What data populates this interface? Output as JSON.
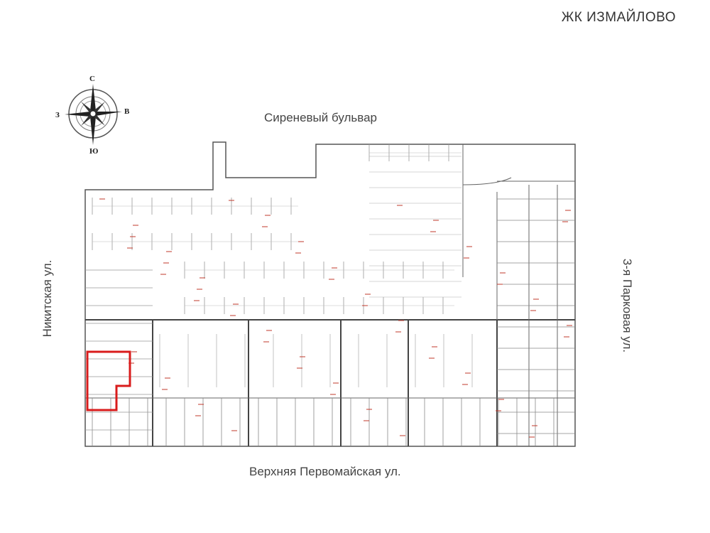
{
  "header": {
    "title": "ЖК ИЗМАЙЛОВО"
  },
  "streets": {
    "north": "Сиреневый бульвар",
    "south": "Верхняя Первомайская ул.",
    "west": "Никитская ул.",
    "east": "3-я Парковая ул."
  },
  "compass": {
    "north": "С",
    "south": "Ю",
    "west": "З",
    "east": "В"
  },
  "colors": {
    "highlight": "#d91c1c",
    "walls": "#555555",
    "dimensions": "#c0392b"
  }
}
